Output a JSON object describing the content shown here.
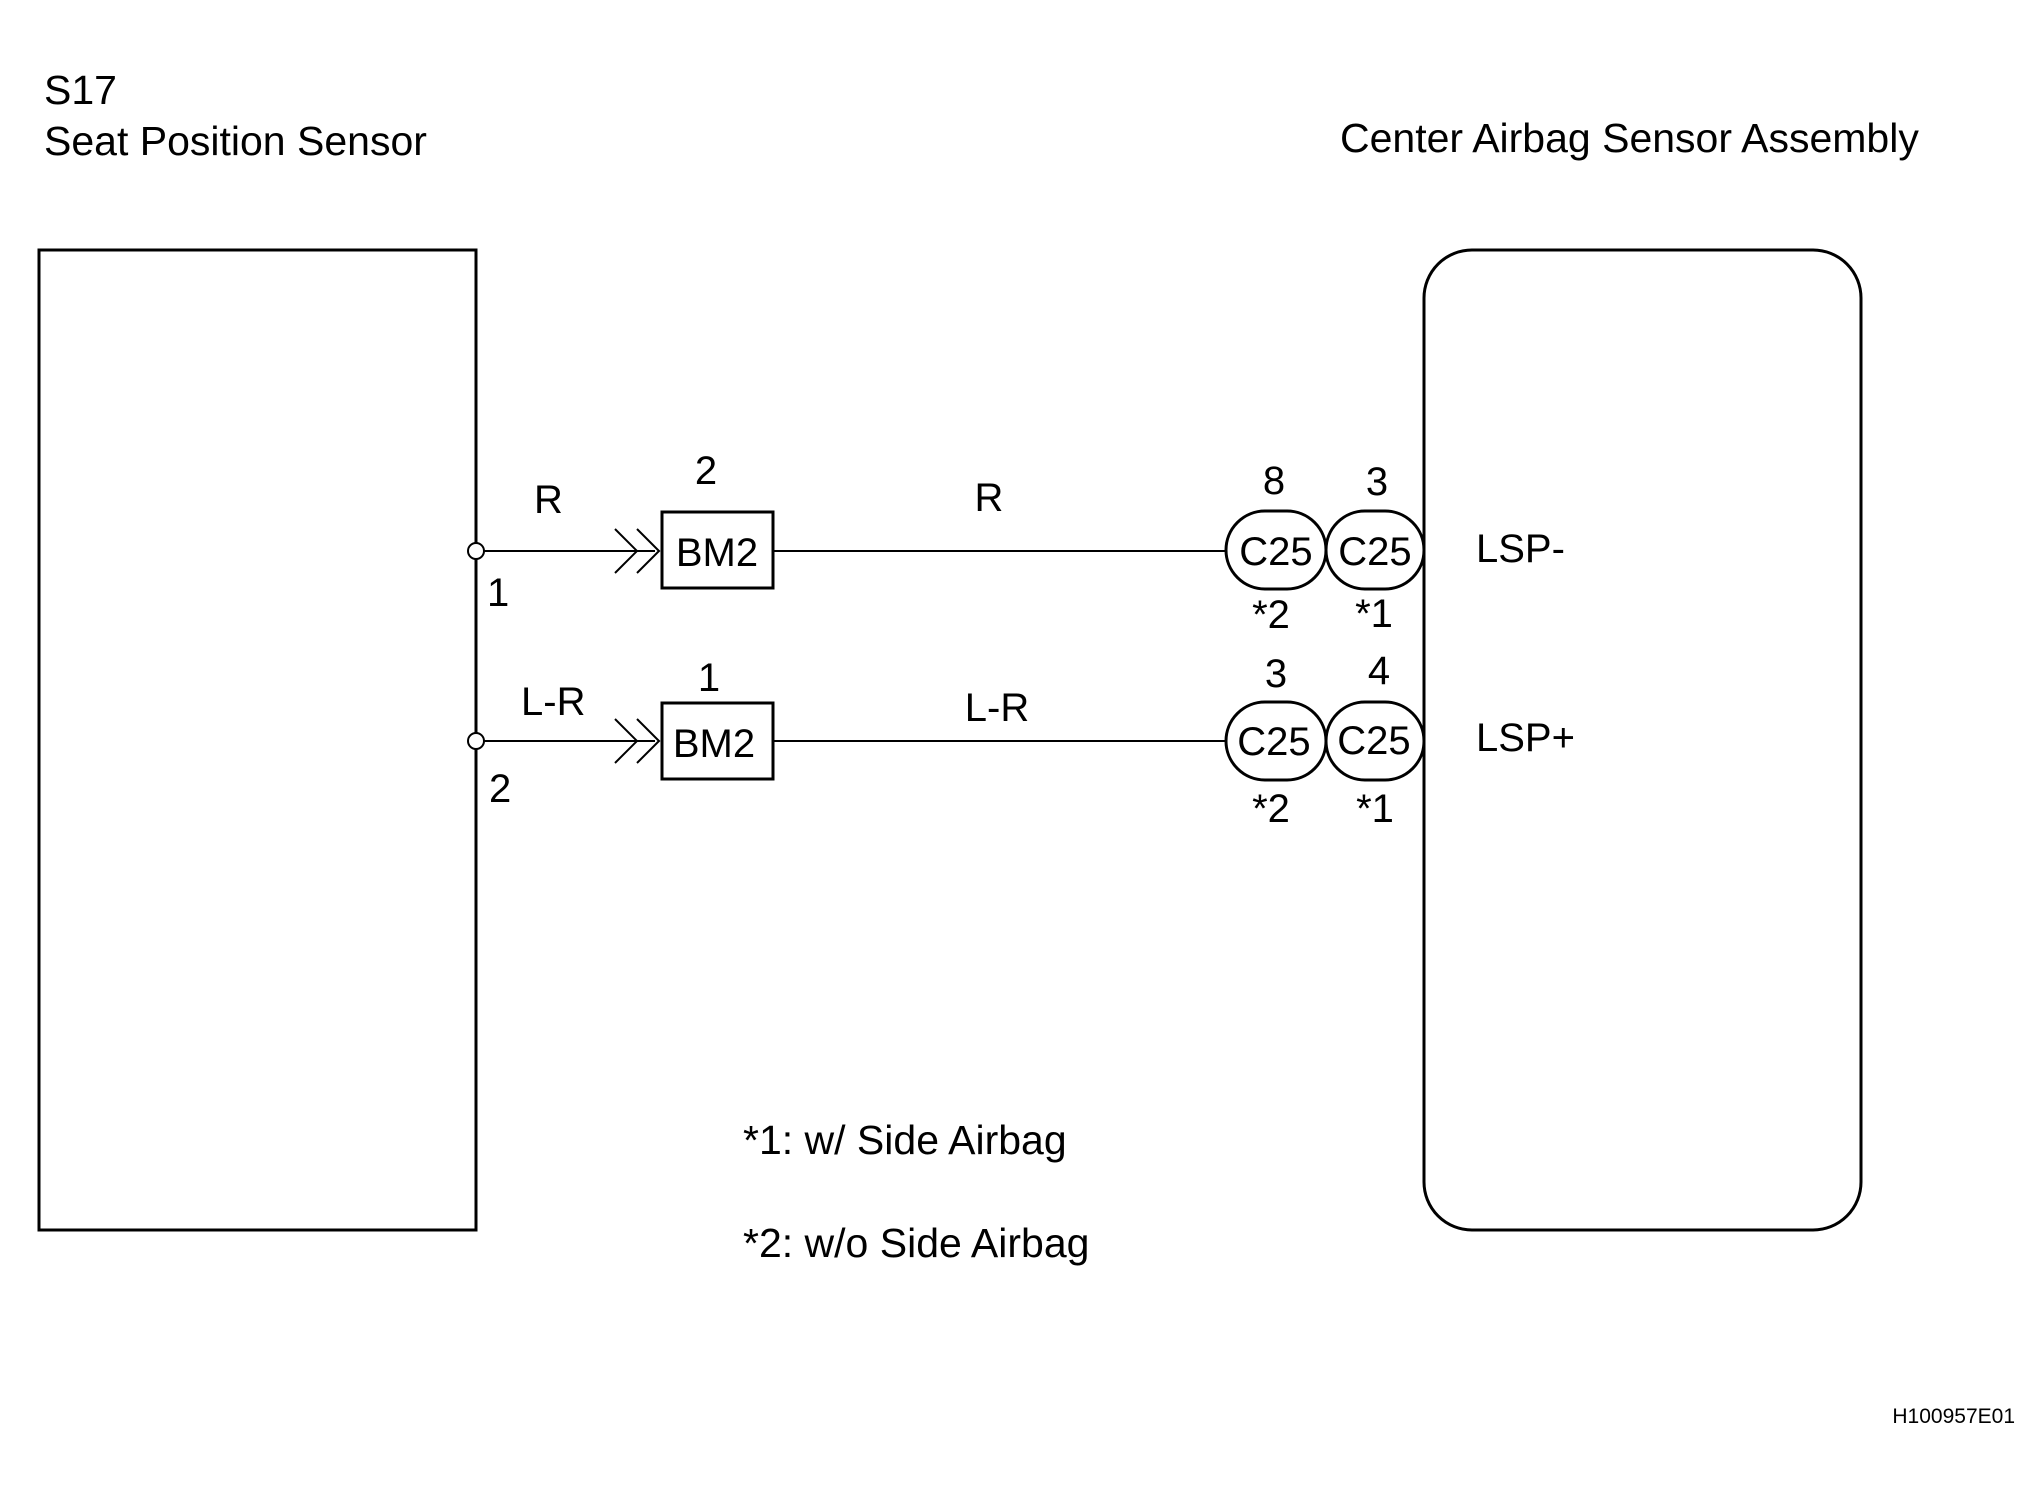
{
  "left_component": {
    "code": "S17",
    "name": "Seat Position Sensor"
  },
  "right_component": {
    "name": "Center Airbag Sensor Assembly"
  },
  "wires": [
    {
      "sensor_pin": "1",
      "color_left": "R",
      "connector": "BM2",
      "connector_pin": "2",
      "color_mid": "R",
      "c25_pin_a": "8",
      "c25_pin_b": "3",
      "c25_label_a": "C25",
      "c25_label_b": "C25",
      "variant_a": "*2",
      "variant_b": "*1",
      "terminal": "LSP-"
    },
    {
      "sensor_pin": "2",
      "color_left": "L-R",
      "connector": "BM2",
      "connector_pin": "1",
      "color_mid": "L-R",
      "c25_pin_a": "3",
      "c25_pin_b": "4",
      "c25_label_a": "C25",
      "c25_label_b": "C25",
      "variant_a": "*2",
      "variant_b": "*1",
      "terminal": "LSP+"
    }
  ],
  "notes": [
    "*1: w/ Side Airbag",
    "*2: w/o Side Airbag"
  ],
  "figure_code": "H100957E01"
}
